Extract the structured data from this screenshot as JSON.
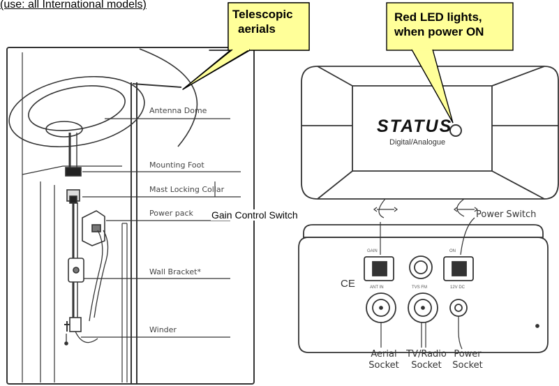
{
  "header_note": "(use: all International models)",
  "callouts": {
    "aerials": {
      "line1": "Telescopic",
      "line2": "aerials",
      "fill": "#ffff99"
    },
    "led": {
      "line1": "Red LED lights,",
      "line2": "when power ON",
      "fill": "#ffff99"
    }
  },
  "antenna_labels": {
    "dome": "Antenna Dome",
    "foot": "Mounting Foot",
    "collar": "Mast Locking Collar",
    "power_pack": "Power pack",
    "bracket": "Wall Bracket*",
    "winder": "Winder"
  },
  "unit": {
    "brand": "STATUS",
    "subtitle": "Digital/Analogue"
  },
  "switch_labels": {
    "gain": "Gain Control Switch",
    "power": "Power Switch"
  },
  "socket_labels": {
    "aerial": {
      "line1": "Aerial",
      "line2": "Socket"
    },
    "tv": {
      "line1": "TV/Radio",
      "line2": "Socket"
    },
    "power": {
      "line1": "Power",
      "line2": "Socket"
    }
  },
  "panel_marks": {
    "ce": "CE",
    "ant_in": "ANT IN",
    "tv_fm": "TVS FM",
    "dc": "12V DC",
    "gain_tag": "GAIN",
    "on_tag": "ON"
  },
  "colors": {
    "callout_fill": "#ffff99",
    "line": "#333333"
  }
}
